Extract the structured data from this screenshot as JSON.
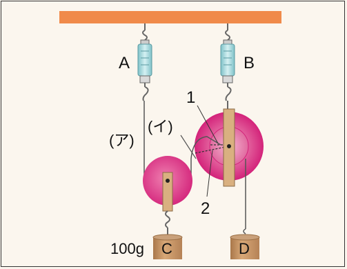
{
  "labels": {
    "scale_a": "A",
    "scale_b": "B",
    "string_a": "(ア)",
    "string_b": "(イ)",
    "point_1": "1",
    "point_2": "2",
    "weight_c": "C",
    "weight_d": "D",
    "mass_c": "100g"
  },
  "colors": {
    "ceiling": "#f08a4a",
    "background": "#fbf6ee",
    "pulley": "#d6287a",
    "pulley_light": "#ef8cb8",
    "bracket": "#d9b080",
    "weight": "#c7935f",
    "spring_scale": "#9fd3d8"
  }
}
